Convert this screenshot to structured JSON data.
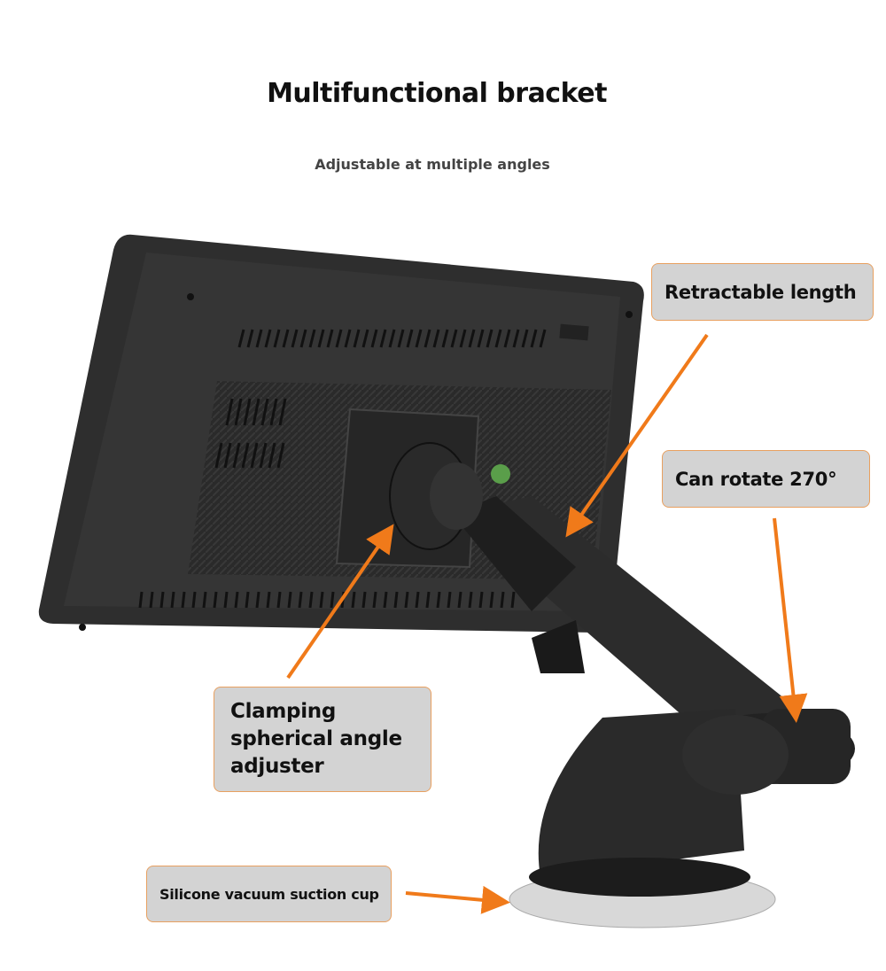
{
  "header": {
    "title": "Multifunctional bracket",
    "subtitle": "Adjustable at multiple angles"
  },
  "callouts": {
    "retractable": "Retractable length",
    "rotate": "Can rotate 270°",
    "clamping": "Clamping spherical angle adjuster",
    "suction": "Silicone vacuum suction cup"
  },
  "colors": {
    "arrow": "#f07a1a",
    "callout_bg": "#d3d3d3",
    "callout_border": "#e8a060",
    "device": "#2b2b2b"
  }
}
